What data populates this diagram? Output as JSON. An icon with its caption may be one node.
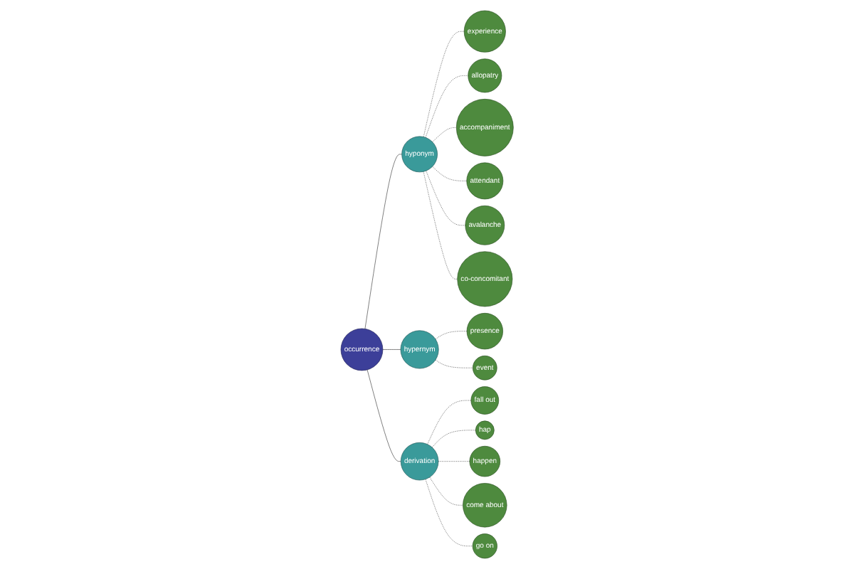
{
  "diagram": {
    "nodes": [
      {
        "text": [
          "occurrence"
        ]
      },
      {
        "text": [
          "hyponym"
        ]
      },
      {
        "text": [
          "experience"
        ]
      },
      {
        "text": [
          "allopatry"
        ]
      },
      {
        "text": [
          "accompaniment"
        ]
      },
      {
        "text": [
          "attendant"
        ]
      },
      {
        "text": [
          "avalanche"
        ]
      },
      {
        "text": [
          "co-concomitant"
        ]
      },
      {
        "text": [
          "hypernym"
        ]
      },
      {
        "text": [
          "presence"
        ]
      },
      {
        "text": [
          "event"
        ]
      },
      {
        "text": [
          "derivation"
        ]
      },
      {
        "text": [
          "fall out"
        ]
      },
      {
        "text": [
          "hap"
        ]
      },
      {
        "text": [
          "happen"
        ]
      },
      {
        "text": [
          "come about"
        ]
      },
      {
        "text": [
          "go on"
        ]
      }
    ],
    "edges": [
      {
        "from": 0,
        "to": 1,
        "arrow": "none"
      },
      {
        "from": 1,
        "to": 2,
        "arrow": "none",
        "style": "dashed"
      },
      {
        "from": 1,
        "to": 3,
        "arrow": "none",
        "style": "dashed"
      },
      {
        "from": 1,
        "to": 4,
        "arrow": "none",
        "style": "dashed"
      },
      {
        "from": 1,
        "to": 5,
        "arrow": "none",
        "style": "dashed"
      },
      {
        "from": 1,
        "to": 6,
        "arrow": "none",
        "style": "dashed"
      },
      {
        "from": 1,
        "to": 7,
        "arrow": "none",
        "style": "dashed"
      },
      {
        "from": 0,
        "to": 8,
        "arrow": "none"
      },
      {
        "from": 8,
        "to": 9,
        "arrow": "none",
        "style": "dashed"
      },
      {
        "from": 8,
        "to": 10,
        "arrow": "none",
        "style": "dashed"
      },
      {
        "from": 0,
        "to": 11,
        "arrow": "none"
      },
      {
        "from": 11,
        "to": 12,
        "arrow": "none",
        "style": "dashed"
      },
      {
        "from": 11,
        "to": 13,
        "arrow": "none",
        "style": "dashed"
      },
      {
        "from": 11,
        "to": 14,
        "arrow": "none",
        "style": "dashed"
      },
      {
        "from": 11,
        "to": 15,
        "arrow": "none",
        "style": "dashed"
      },
      {
        "from": 11,
        "to": 16,
        "arrow": "none",
        "style": "dashed"
      }
    ]
  }
}
